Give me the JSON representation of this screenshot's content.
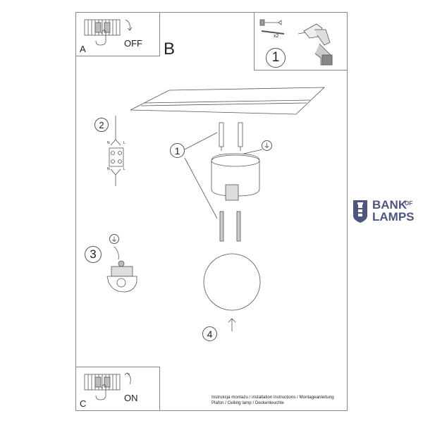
{
  "panels": {
    "a": {
      "letter": "A",
      "state": "OFF"
    },
    "b": {
      "letter": "B"
    },
    "c": {
      "letter": "C",
      "state": "ON"
    }
  },
  "steps": {
    "tools": "1",
    "tools_quantity": "x2",
    "mount": "1",
    "wiring": "2",
    "ground": "3",
    "shade": "4"
  },
  "wiring_labels": {
    "n_top": "N",
    "l_top": "L",
    "n_bottom": "N",
    "l_bottom": "L"
  },
  "footer": {
    "line1": "Instrukcja montażu / installation instructions / Montageanleitung",
    "line2": "Plafon / Ceiling lamp / Deckenleuchte"
  },
  "brand": {
    "word1": "BANK",
    "word2": "OF",
    "word3": "LAMPS",
    "color": "#4d5580",
    "icon": "lighthouse-icon"
  },
  "icons": {
    "switch": "terminal-switch-icon",
    "drill": "drill-icon",
    "ground": "ground-symbol-icon",
    "arrow": "arrow-up-icon"
  }
}
